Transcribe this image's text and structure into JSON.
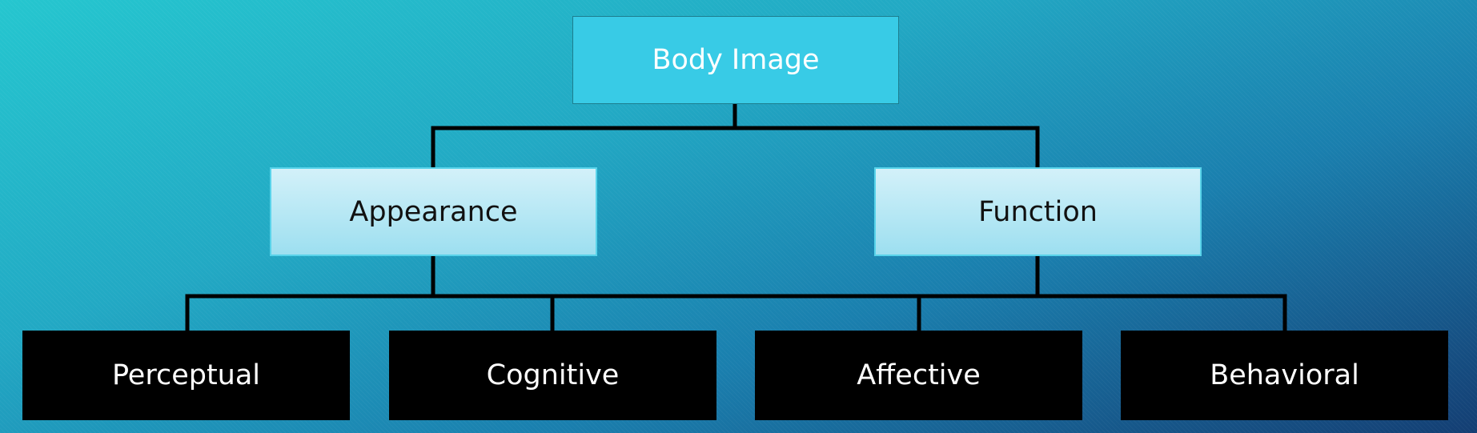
{
  "diagram": {
    "root": {
      "label": "Body Image"
    },
    "level2": [
      {
        "label": "Appearance"
      },
      {
        "label": "Function"
      }
    ],
    "level3": [
      {
        "label": "Perceptual"
      },
      {
        "label": "Cognitive"
      },
      {
        "label": "Affective"
      },
      {
        "label": "Behavioral"
      }
    ]
  },
  "colors": {
    "background_start": "#25c6cf",
    "background_end": "#143e73",
    "root_fill": "#38cbe6",
    "level2_fill": "#bfeaf6",
    "level3_fill": "#000000",
    "connector": "#000000"
  }
}
